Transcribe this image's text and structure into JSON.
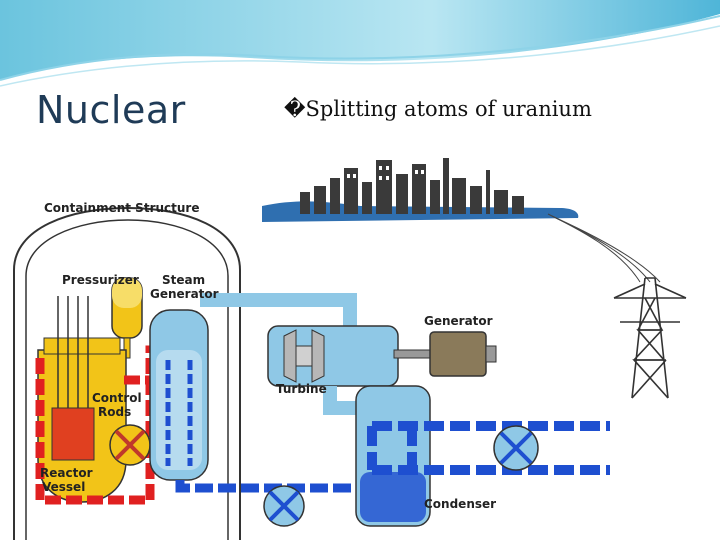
{
  "slide": {
    "title": "Nuclear",
    "subtitle_glyph": "�",
    "subtitle": "Splitting  atoms of uranium"
  },
  "diagram": {
    "labels": {
      "containment": "Containment Structure",
      "pressurizer": "Pressurizer",
      "steam_gen_1": "Steam",
      "steam_gen_2": "Generator",
      "control_1": "Control",
      "control_2": "Rods",
      "reactor_1": "Reactor",
      "reactor_2": "Vessel",
      "generator": "Generator",
      "turbine": "Turbine",
      "condenser": "Condenser"
    },
    "colors": {
      "steam_loop": "#8fc8e6",
      "cooling_loop": "#1e4fd0",
      "primary_loop": "#e02020",
      "reactor": "#f2c418",
      "sky": "#2f6fb0"
    }
  }
}
